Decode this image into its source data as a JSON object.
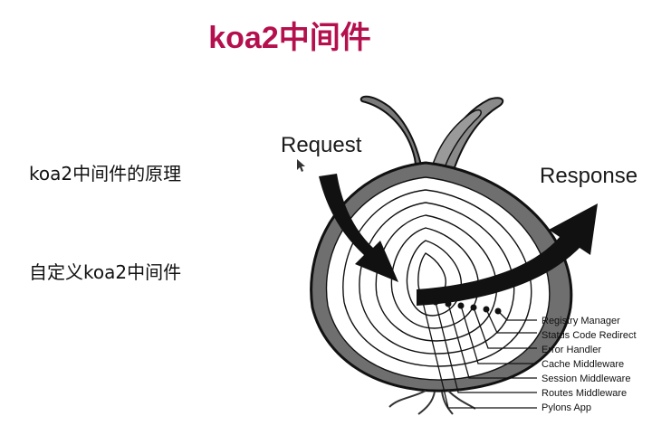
{
  "title": "koa2中间件",
  "bullets": [
    "koa2中间件的原理",
    "自定义koa2中间件"
  ],
  "diagram": {
    "request_label": "Request",
    "response_label": "Response",
    "layers": [
      "Registry Manager",
      "Status Code Redirect",
      "Error Handler",
      "Cache Middleware",
      "Session Middleware",
      "Routes Middleware",
      "Pylons App"
    ]
  }
}
